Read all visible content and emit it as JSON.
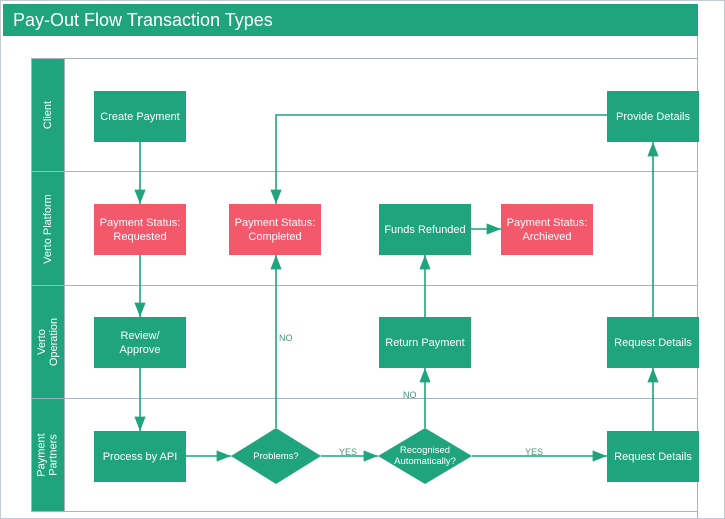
{
  "title": "Pay-Out Flow Transaction Types",
  "lanes": [
    {
      "line1": "Client",
      "line2": ""
    },
    {
      "line1": "Verto Platform",
      "line2": ""
    },
    {
      "line1": "Verto",
      "line2": "Operation"
    },
    {
      "line1": "Payment",
      "line2": "Partners"
    }
  ],
  "nodes": {
    "create_payment": {
      "l1": "Create Payment"
    },
    "provide_details": {
      "l1": "Provide Details"
    },
    "ps_requested": {
      "l1": "Payment Status:",
      "l2": "Requested"
    },
    "ps_completed": {
      "l1": "Payment Status:",
      "l2": "Completed"
    },
    "funds_refunded": {
      "l1": "Funds Refunded"
    },
    "ps_archieved": {
      "l1": "Payment Status:",
      "l2": "Archieved"
    },
    "review_approve": {
      "l1": "Review/",
      "l2": "Approve"
    },
    "return_payment": {
      "l1": "Return Payment"
    },
    "request_details_ops": {
      "l1": "Request Details"
    },
    "process_by_api": {
      "l1": "Process by API"
    },
    "problems": {
      "l1": "Problems?"
    },
    "recognised": {
      "l1": "Recognised",
      "l2": "Automatically?"
    },
    "request_details_partners": {
      "l1": "Request Details"
    }
  },
  "edge_labels": {
    "problems_no": "NO",
    "problems_yes": "YES",
    "recognised_no": "NO",
    "recognised_yes": "YES"
  },
  "colors": {
    "teal": "#1fa47e",
    "red": "#f4586b",
    "lane_border": "#a9b3bf",
    "edge": "#1fa47e",
    "edge_label": "#49937c"
  }
}
